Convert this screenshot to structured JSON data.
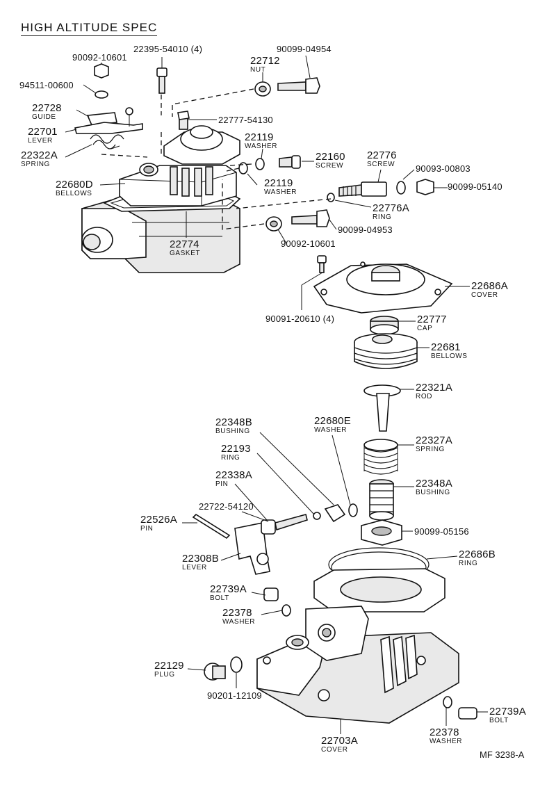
{
  "title": "HIGH ALTITUDE SPEC",
  "reference": "MF 3238-A",
  "labels": {
    "l_9009210601_top": {
      "part": "90092-10601",
      "name": ""
    },
    "l_2239554010": {
      "part": "22395-54010 (4)",
      "name": ""
    },
    "l_22712": {
      "part": "22712",
      "name": "NUT"
    },
    "l_9009904954": {
      "part": "90099-04954",
      "name": ""
    },
    "l_9451100600": {
      "part": "94511-00600",
      "name": ""
    },
    "l_22728": {
      "part": "22728",
      "name": "GUIDE"
    },
    "l_2277754130": {
      "part": "22777-54130",
      "name": ""
    },
    "l_22701": {
      "part": "22701",
      "name": "LEVER"
    },
    "l_22119_top": {
      "part": "22119",
      "name": "WASHER"
    },
    "l_22322A": {
      "part": "22322A",
      "name": "SPRING"
    },
    "l_22160": {
      "part": "22160",
      "name": "SCREW"
    },
    "l_22776": {
      "part": "22776",
      "name": "SCREW"
    },
    "l_9009300803": {
      "part": "90093-00803",
      "name": ""
    },
    "l_22680D": {
      "part": "22680D",
      "name": "BELLOWS"
    },
    "l_22119_mid": {
      "part": "22119",
      "name": "WASHER"
    },
    "l_9009905140": {
      "part": "90099-05140",
      "name": ""
    },
    "l_22776A": {
      "part": "22776A",
      "name": "RING"
    },
    "l_9009904953": {
      "part": "90099-04953",
      "name": ""
    },
    "l_22774": {
      "part": "22774",
      "name": "GASKET"
    },
    "l_9009210601_mid": {
      "part": "90092-10601",
      "name": ""
    },
    "l_22686A": {
      "part": "22686A",
      "name": "COVER"
    },
    "l_9009120610": {
      "part": "90091-20610 (4)",
      "name": ""
    },
    "l_22777": {
      "part": "22777",
      "name": "CAP"
    },
    "l_22681": {
      "part": "22681",
      "name": "BELLOWS"
    },
    "l_22321A": {
      "part": "22321A",
      "name": "ROD"
    },
    "l_22348B": {
      "part": "22348B",
      "name": "BUSHING"
    },
    "l_22680E": {
      "part": "22680E",
      "name": "WASHER"
    },
    "l_22193": {
      "part": "22193",
      "name": "RING"
    },
    "l_22327A": {
      "part": "22327A",
      "name": "SPRING"
    },
    "l_22338A": {
      "part": "22338A",
      "name": "PIN"
    },
    "l_22348A": {
      "part": "22348A",
      "name": "BUSHING"
    },
    "l_2272254120": {
      "part": "22722-54120",
      "name": ""
    },
    "l_22526A": {
      "part": "22526A",
      "name": "PIN"
    },
    "l_9009905156": {
      "part": "90099-05156",
      "name": ""
    },
    "l_22308B": {
      "part": "22308B",
      "name": "LEVER"
    },
    "l_22686B": {
      "part": "22686B",
      "name": "RING"
    },
    "l_22739A_left": {
      "part": "22739A",
      "name": "BOLT"
    },
    "l_22378_left": {
      "part": "22378",
      "name": "WASHER"
    },
    "l_22129": {
      "part": "22129",
      "name": "PLUG"
    },
    "l_9020112109": {
      "part": "90201-12109",
      "name": ""
    },
    "l_22739A_right": {
      "part": "22739A",
      "name": "BOLT"
    },
    "l_22703A": {
      "part": "22703A",
      "name": "COVER"
    },
    "l_22378_right": {
      "part": "22378",
      "name": "WASHER"
    }
  }
}
